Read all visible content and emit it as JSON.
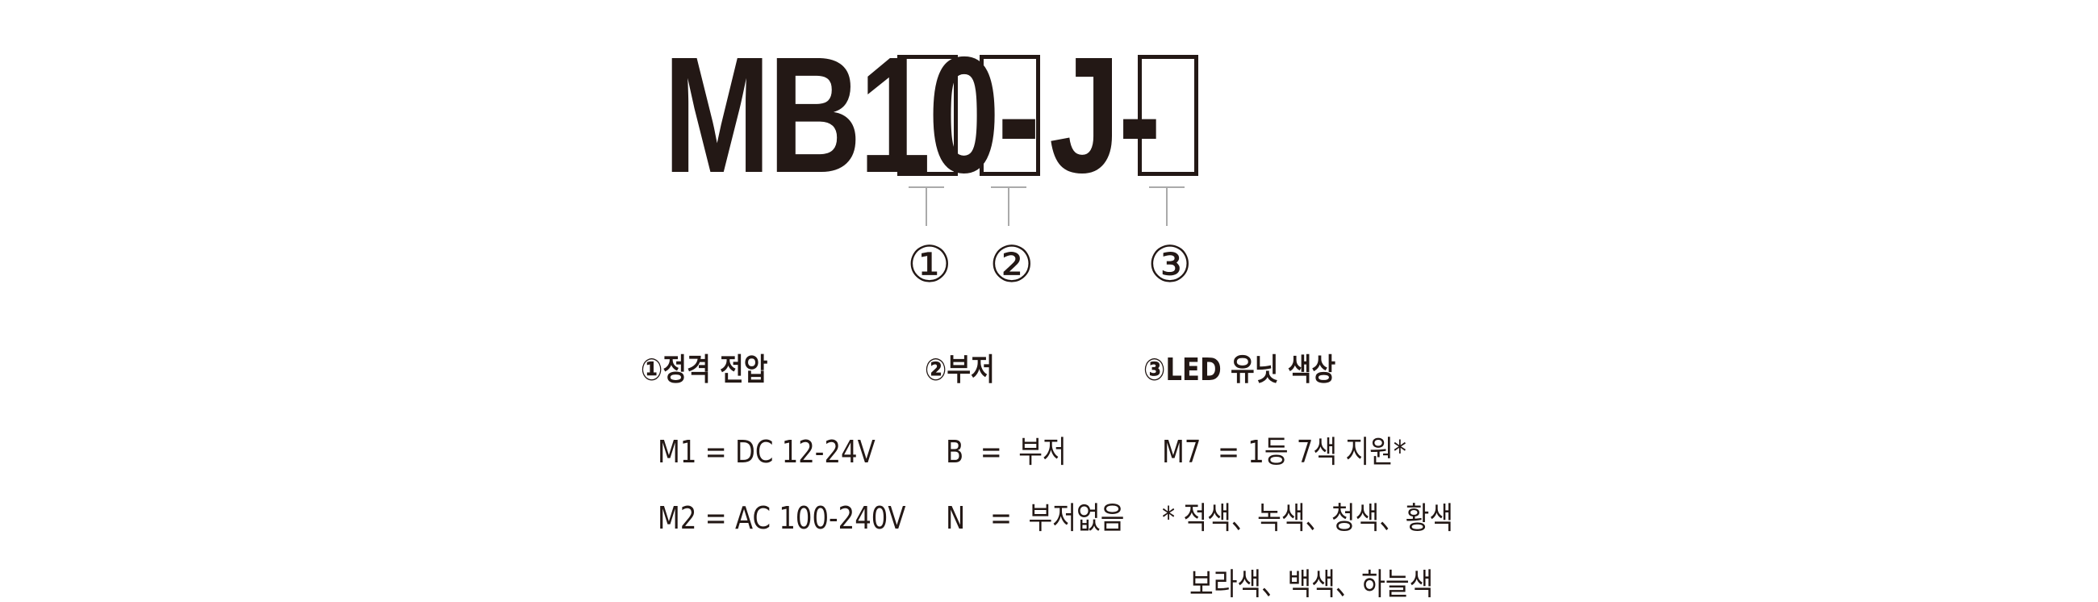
{
  "model": {
    "prefix": "MB10-",
    "middle": "J-"
  },
  "markers": [
    "①",
    "②",
    "③"
  ],
  "sections": [
    {
      "heading": "①정격 전압",
      "lines": [
        "M1 = DC 12-24V",
        "M2 = AC 100-240V"
      ]
    },
    {
      "heading": "②부저",
      "lines": [
        "B  =  부저",
        "N   =  부저없음"
      ]
    },
    {
      "heading": "③LED 유닛 색상",
      "lines": [
        "M7  = 1등 7색 지원*",
        "* 적색、녹색、청색、황색",
        "보라색、백색、하늘색"
      ]
    }
  ]
}
